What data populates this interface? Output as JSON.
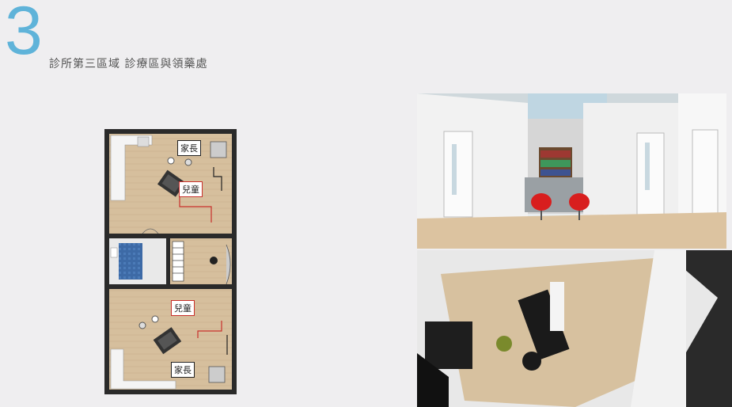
{
  "slide": {
    "number": "3",
    "title": "診所第三區域 診療區與領藥處"
  },
  "floor_plan": {
    "labels": {
      "parent_top": "家長",
      "child_top": "兒童",
      "child_bottom": "兒童",
      "parent_bottom": "家長"
    }
  },
  "colors": {
    "accent": "#5fb3d9",
    "wood_floor": "#d9c3a3",
    "red_marker": "#c9302c",
    "chair_red": "#d81e1e"
  }
}
